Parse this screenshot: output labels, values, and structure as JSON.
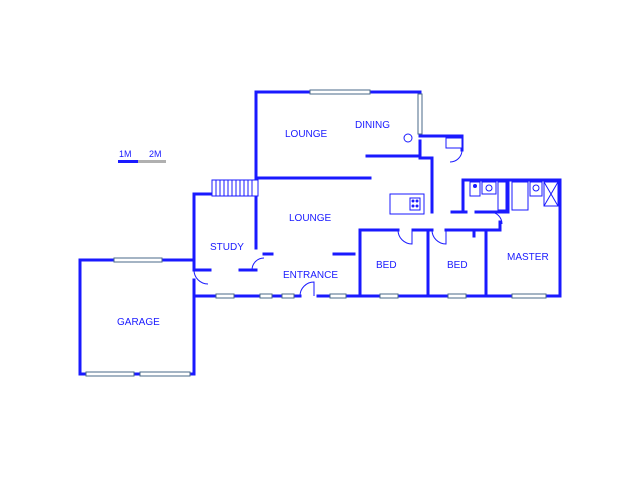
{
  "scale": {
    "label_1": "1M",
    "label_2": "2M"
  },
  "rooms": {
    "lounge_upper": "LOUNGE",
    "dining": "DINING",
    "lounge_main": "LOUNGE",
    "study": "STUDY",
    "entrance": "ENTRANCE",
    "bed_1": "BED",
    "bed_2": "BED",
    "master": "MASTER",
    "garage": "GARAGE"
  },
  "colors": {
    "wall": "#1a1aff",
    "window": "#4a6a8a"
  }
}
